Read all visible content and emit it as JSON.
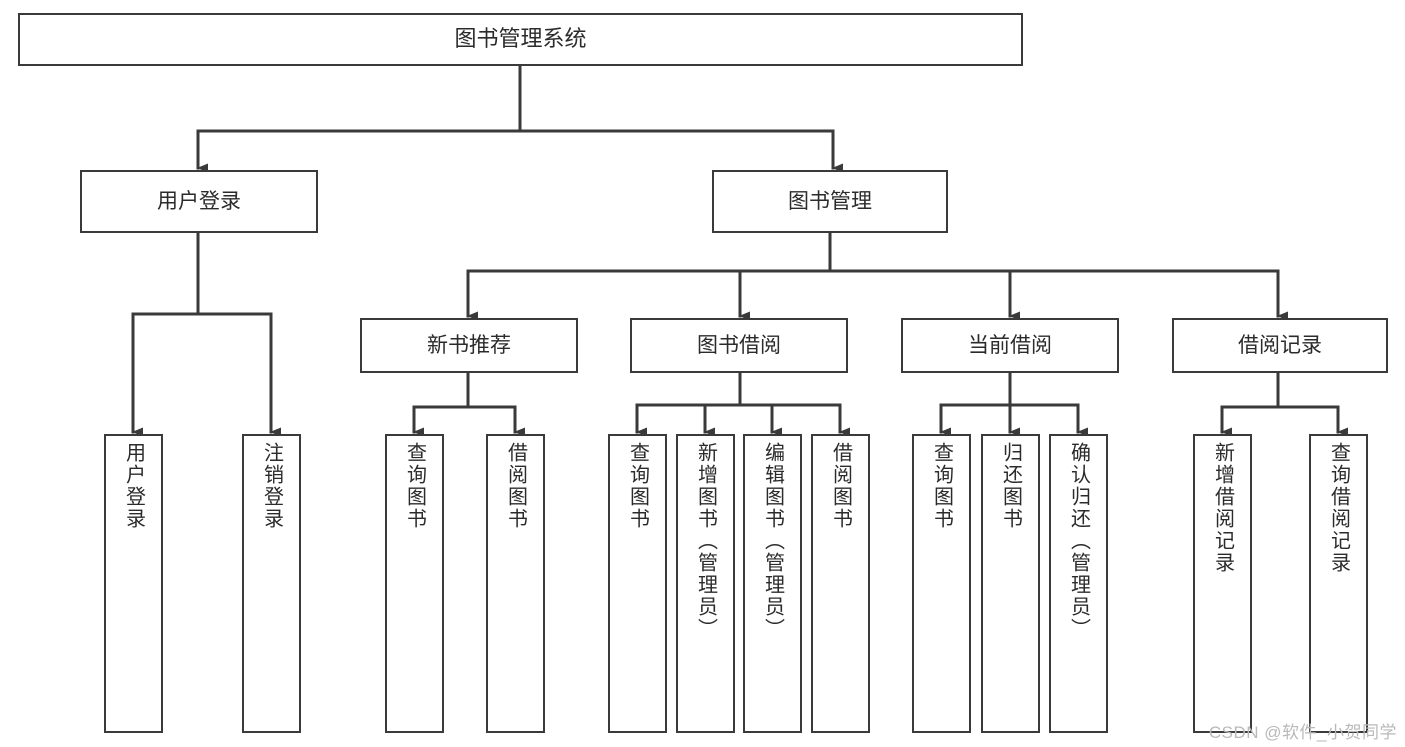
{
  "diagram": {
    "title": "图书管理系统",
    "type": "tree-hierarchy-chart",
    "colors": {
      "background": "#ffffff",
      "line": "#3a3a3a",
      "border": "#3a3a3a",
      "text": "#2b2b2b",
      "watermark": "#b9b9b9"
    },
    "watermark": "CSDN @软件_小贺同学",
    "nodes": {
      "root": {
        "label": "图书管理系统"
      },
      "level2": [
        {
          "label": "用户登录"
        },
        {
          "label": "图书管理"
        }
      ],
      "level3": [
        {
          "label": "新书推荐"
        },
        {
          "label": "图书借阅"
        },
        {
          "label": "当前借阅"
        },
        {
          "label": "借阅记录"
        }
      ],
      "leaves_user_login": [
        {
          "label": "用户登录"
        },
        {
          "label": "注销登录"
        }
      ],
      "leaves_new_book": [
        {
          "label": "查询图书"
        },
        {
          "label": "借阅图书"
        }
      ],
      "leaves_borrow": [
        {
          "label": "查询图书"
        },
        {
          "label": "新增图书（管理员）"
        },
        {
          "label": "编辑图书（管理员）"
        },
        {
          "label": "借阅图书"
        }
      ],
      "leaves_current": [
        {
          "label": "查询图书"
        },
        {
          "label": "归还图书"
        },
        {
          "label": "确认归还（管理员）"
        }
      ],
      "leaves_record": [
        {
          "label": "新增借阅记录"
        },
        {
          "label": "查询借阅记录"
        }
      ]
    }
  }
}
